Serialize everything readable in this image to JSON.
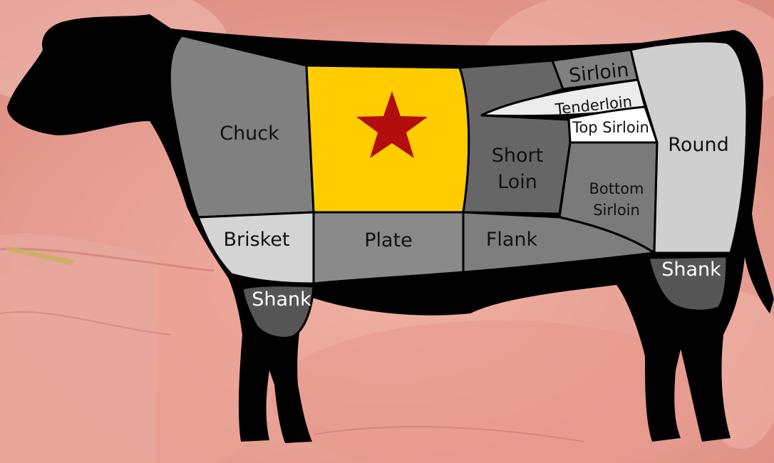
{
  "diagram": {
    "cuts": [
      {
        "id": "chuck",
        "label": "Chuck",
        "color": "#808080"
      },
      {
        "id": "rib",
        "label": "",
        "color": "#ffcc00",
        "highlighted": true,
        "marker": "star-icon"
      },
      {
        "id": "short-loin",
        "label_lines": [
          "Short",
          "Loin"
        ],
        "color": "#666666"
      },
      {
        "id": "sirloin",
        "label": "Sirloin",
        "color": "#808080"
      },
      {
        "id": "tenderloin",
        "label": "Tenderloin",
        "color": "#ececec"
      },
      {
        "id": "top-sirloin",
        "label": "Top Sirloin",
        "color": "#ffffff"
      },
      {
        "id": "bottom-sirloin",
        "label_lines": [
          "Bottom",
          "Sirloin"
        ],
        "color": "#7a7a7a"
      },
      {
        "id": "round",
        "label": "Round",
        "color": "#cfcfcf"
      },
      {
        "id": "brisket",
        "label": "Brisket",
        "color": "#d4d4d4"
      },
      {
        "id": "plate",
        "label": "Plate",
        "color": "#8a8a8a"
      },
      {
        "id": "flank",
        "label": "Flank",
        "color": "#7e7e7e"
      },
      {
        "id": "fore-shank",
        "label": "Shank",
        "color": "#555555"
      },
      {
        "id": "hind-shank",
        "label": "Shank",
        "color": "#555555"
      }
    ],
    "colors": {
      "silhouette": "#000000",
      "background_meat": "#e9a59a",
      "star": "#b30d0d"
    }
  }
}
